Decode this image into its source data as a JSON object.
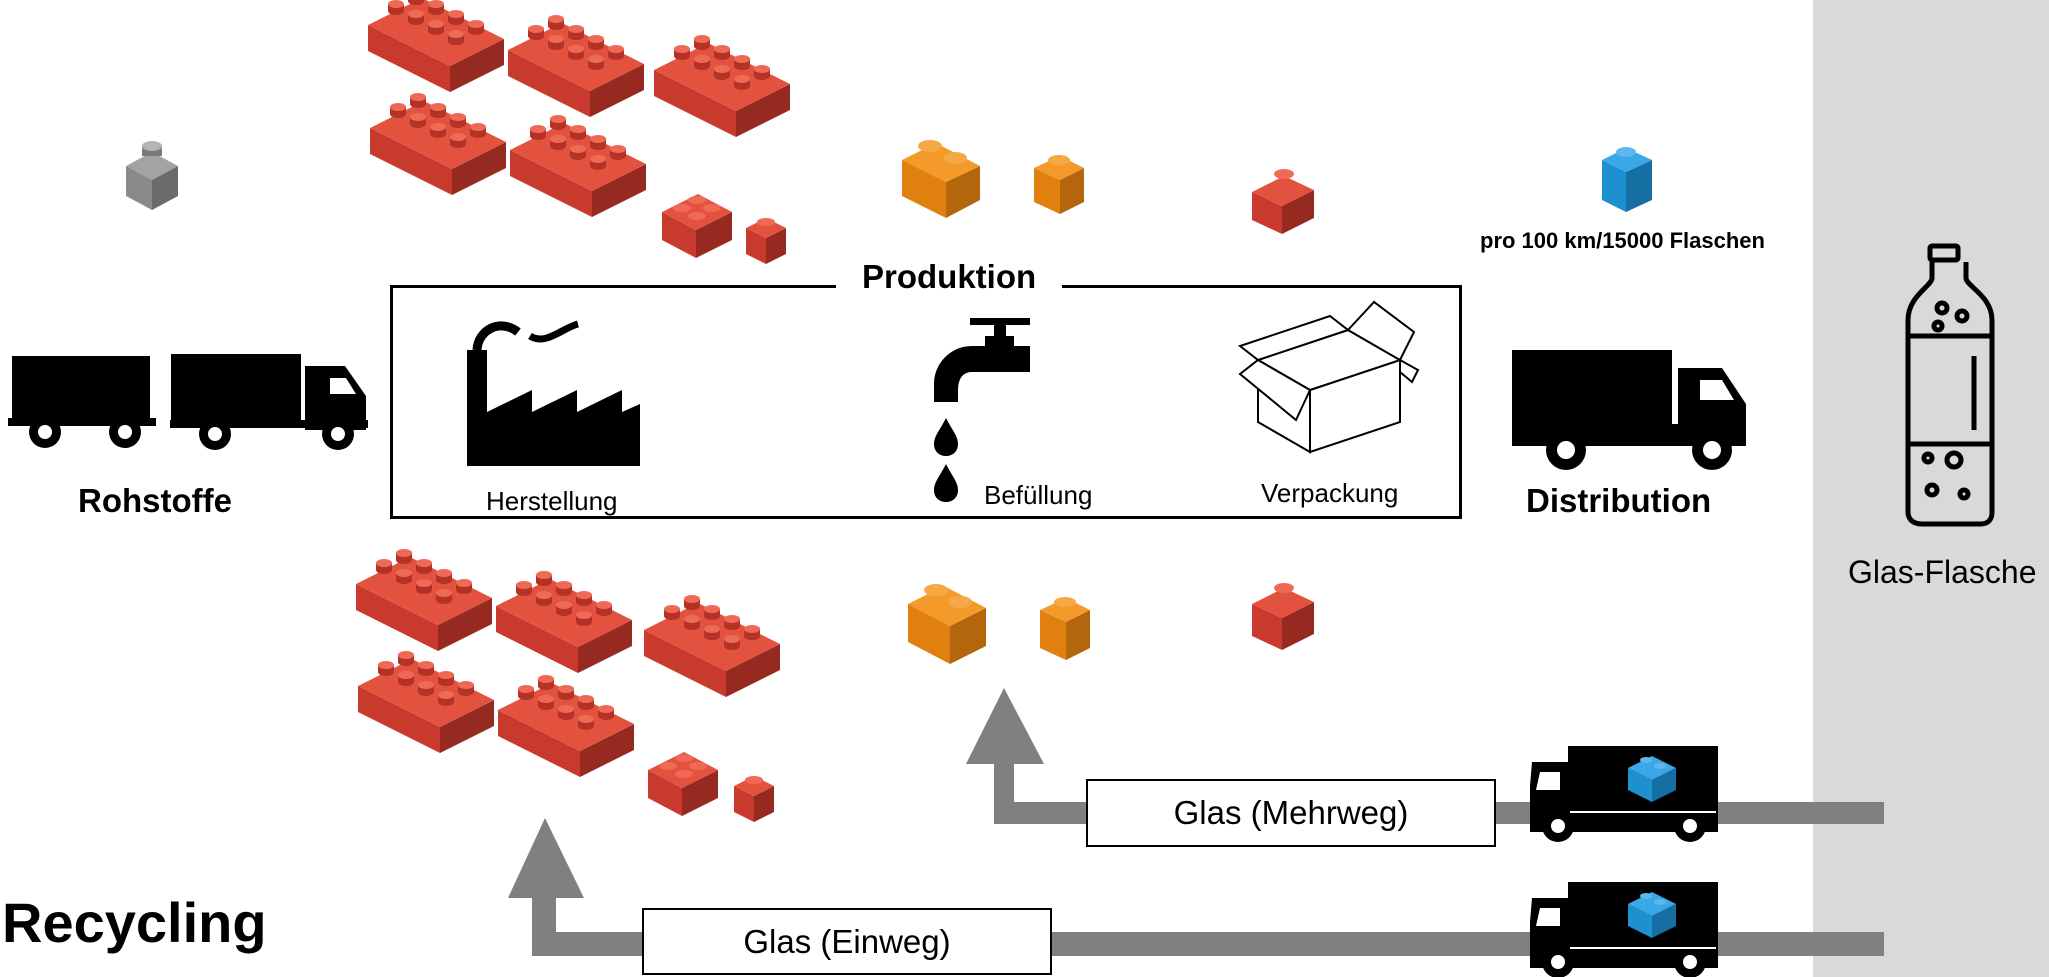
{
  "labels": {
    "rohstoffe": "Rohstoffe",
    "produktion": "Produktion",
    "herstellung": "Herstellung",
    "befuellung": "Befüllung",
    "verpackung": "Verpackung",
    "distribution": "Distribution",
    "distribution_note": "pro 100 km/15000 Flaschen",
    "glas_flasche": "Glas-Flasche",
    "recycling": "Recycling",
    "glas_mehrweg": "Glas (Mehrweg)",
    "glas_einweg": "Glas (Einweg)"
  },
  "colors": {
    "brick_red": "#c93a2e",
    "brick_orange": "#e0800f",
    "brick_grey": "#8a8a8a",
    "brick_blue": "#1e8fcf",
    "flow_arrow": "#808080",
    "side_panel": "#d9d9d9"
  },
  "icons": [
    "truck-trailer-icon",
    "factory-icon",
    "water-tap-icon",
    "cardboard-box-icon",
    "truck-icon",
    "glass-bottle-icon",
    "delivery-truck-icon",
    "lego-brick-icon"
  ]
}
